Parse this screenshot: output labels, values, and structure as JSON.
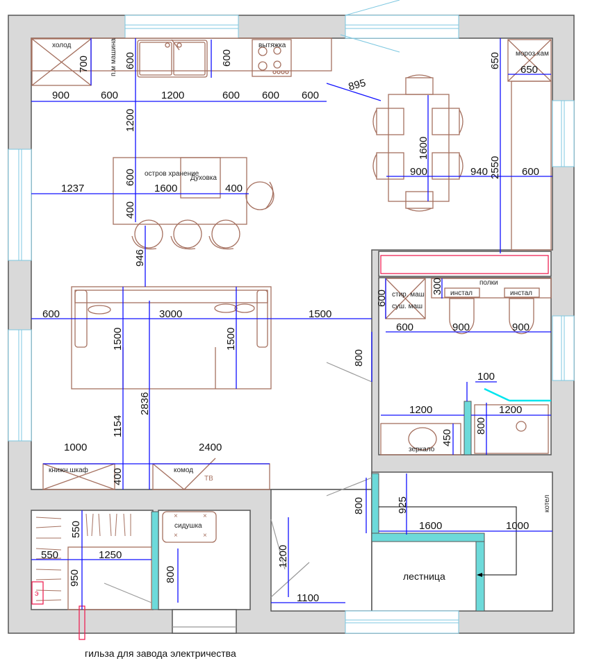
{
  "labels": {
    "fridge": "холод",
    "dishwasher": "п.м машина",
    "hood": "вытяжка",
    "freezer": "мороз.кам",
    "island": "остров хранение",
    "oven": "Духовка",
    "washer": "стир. маш",
    "dryer": "суш. маш",
    "shelves": "полки",
    "install_1": "инстал",
    "install_2": "инстал",
    "mirror": "зеркало",
    "bookcase": "книжн.шкаф",
    "dresser": "комод",
    "tv": "ТВ",
    "seat": "сидушка",
    "stairs": "лестница",
    "boiler": "котел",
    "electric_panel": "э",
    "sleeve_caption": "гильза для завода электричества"
  },
  "dims": [
    "900",
    "600",
    "1200",
    "600",
    "600",
    "600",
    "700",
    "600",
    "600",
    "895",
    "650",
    "650",
    "1200",
    "600",
    "1600",
    "400",
    "1237",
    "400",
    "1600",
    "900",
    "940",
    "2550",
    "600",
    "946",
    "600",
    "3000",
    "1500",
    "1500",
    "1500",
    "600",
    "300",
    "600",
    "900",
    "900",
    "800",
    "100",
    "1200",
    "1200",
    "450",
    "800",
    "2836",
    "1154",
    "1000",
    "2400",
    "400",
    "800",
    "925",
    "1600",
    "1000",
    "550",
    "550",
    "1250",
    "950",
    "800",
    "1200",
    "1100"
  ],
  "colors": {
    "dimension": "#1010ff",
    "furniture": "#a5705f",
    "partition": "#6ddada",
    "wall": "#d9d9d9",
    "window": "#7cc7e0",
    "marker": "#ee2255"
  }
}
